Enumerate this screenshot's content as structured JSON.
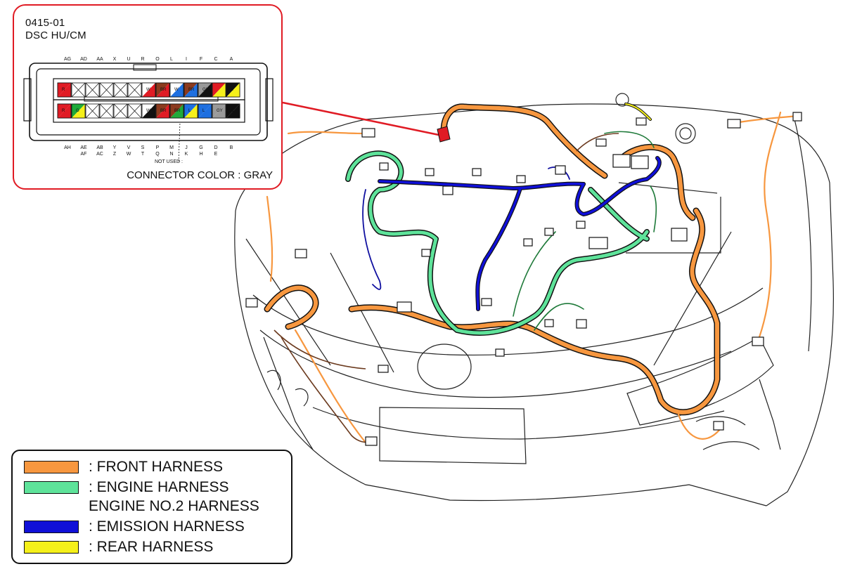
{
  "connector": {
    "code": "0415-01",
    "name": "DSC HU/CM",
    "color_note": "CONNECTOR COLOR : GRAY",
    "not_used_label": "NOT USED :",
    "top_pin_labels": [
      "AG",
      "AD",
      "AA",
      "X",
      "U",
      "R",
      "O",
      "L",
      "I",
      "F",
      "C",
      "A"
    ],
    "bottom_pin_labels_upper": [
      "AH",
      "AE",
      "AB",
      "Y",
      "V",
      "S",
      "P",
      "M",
      "J",
      "G",
      "D",
      "B"
    ],
    "bottom_pin_labels_lower": [
      "AF",
      "AC",
      "Z",
      "W",
      "T",
      "Q",
      "N",
      "K",
      "H",
      "E"
    ],
    "row1_wire_codes": [
      "R",
      "W",
      "BR",
      "W",
      "BR",
      "GY",
      "B",
      "B"
    ],
    "row2_wire_codes": [
      "R",
      "G",
      "W",
      "BR",
      "BR",
      "L",
      "L",
      "GY",
      "B"
    ]
  },
  "legend": {
    "items": [
      {
        "label": ": FRONT HARNESS",
        "color": "#f7973f"
      },
      {
        "label": ": ENGINE HARNESS",
        "color": "#5ee39a"
      },
      {
        "label": ": EMISSION HARNESS",
        "color": "#1010d8"
      },
      {
        "label": ": REAR HARNESS",
        "color": "#f5f01a"
      }
    ],
    "engine_sub_label": "ENGINE NO.2 HARNESS"
  },
  "colors": {
    "callout_border": "#e01b24",
    "front": "#f7973f",
    "engine": "#5ee39a",
    "emission": "#1010d8",
    "rear": "#f5f01a",
    "gray_connector": "#9a9a9a"
  }
}
